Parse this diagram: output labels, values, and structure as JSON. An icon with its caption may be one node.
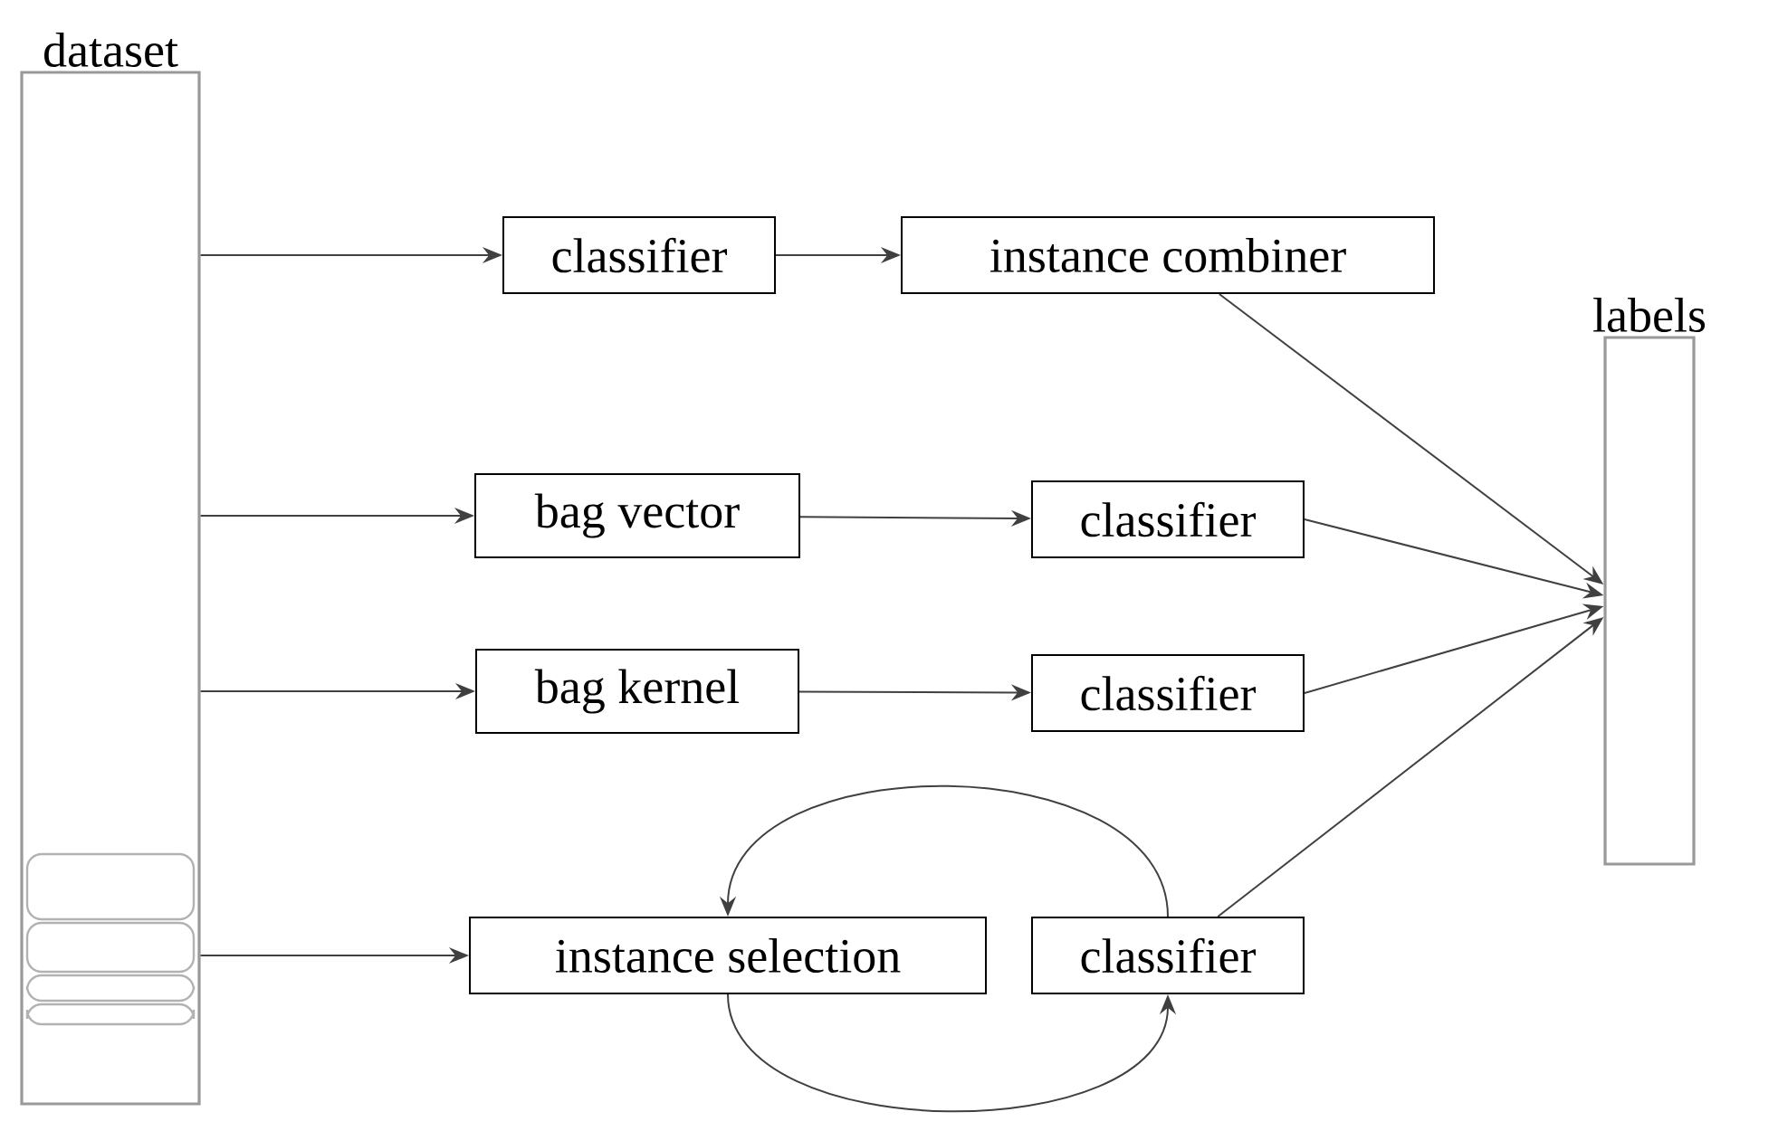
{
  "diagram": {
    "nodes": [
      {
        "text": [
          "dataset"
        ]
      },
      {
        "text": [
          "classifier"
        ]
      },
      {
        "text": [
          "instance combiner"
        ]
      },
      {
        "text": [
          "bag vector"
        ]
      },
      {
        "text": [
          "classifier"
        ]
      },
      {
        "text": [
          "bag kernel"
        ]
      },
      {
        "text": [
          "classifier"
        ]
      },
      {
        "text": [
          "instance selection"
        ]
      },
      {
        "text": [
          "classifier"
        ]
      },
      {
        "text": [
          "labels"
        ]
      }
    ],
    "edges": [
      {
        "from": 0,
        "to": 1,
        "arrow": "to"
      },
      {
        "from": 1,
        "to": 2,
        "arrow": "to"
      },
      {
        "from": 2,
        "to": 9,
        "arrow": "to"
      },
      {
        "from": 0,
        "to": 3,
        "arrow": "to"
      },
      {
        "from": 3,
        "to": 4,
        "arrow": "to"
      },
      {
        "from": 4,
        "to": 9,
        "arrow": "to"
      },
      {
        "from": 0,
        "to": 5,
        "arrow": "to"
      },
      {
        "from": 5,
        "to": 6,
        "arrow": "to"
      },
      {
        "from": 6,
        "to": 9,
        "arrow": "to"
      },
      {
        "from": 0,
        "to": 7,
        "arrow": "to"
      },
      {
        "from": 7,
        "to": 8,
        "arrow": "to"
      },
      {
        "from": 8,
        "to": 7,
        "arrow": "to"
      },
      {
        "from": 8,
        "to": 9,
        "arrow": "to"
      }
    ]
  }
}
